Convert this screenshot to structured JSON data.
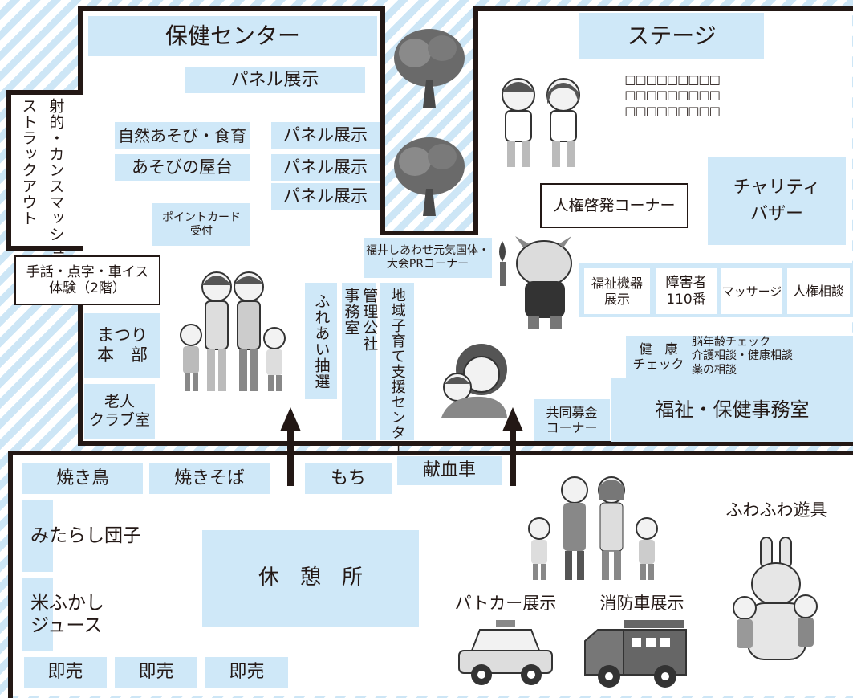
{
  "buildings": {
    "hoken_center": "保健センター",
    "stage": "ステージ",
    "panel_top": "パネル展示",
    "panel_1": "パネル展示",
    "panel_2": "パネル展示",
    "panel_3": "パネル展示",
    "shizen": "自然あそび・食育",
    "yatai": "あそびの屋台",
    "point_card": "ポイントカード\n受付",
    "shateki": "射的・カンスマッシュ",
    "strackout": "ストラックアウト",
    "shuwa": "手話・点字・車イス\n体験（2階）",
    "matsuri": "まつり\n本　部",
    "roujin": "老人\nクラブ室",
    "fureai": "ふれあい抽選",
    "kanri": "管理公社",
    "jimushitsu": "事務室",
    "chiiki": "地域子育て支援センター",
    "stage_seats": "□□□□□□□□□\n□□□□□□□□□\n□□□□□□□□□",
    "jinken_keihatsu": "人権啓発コーナー",
    "charity": "チャリティ\nバザー",
    "fukui_pr": "福井しあわせ元気国体・\n大会PRコーナー",
    "fukushi_kiki": "福祉機器\n展示",
    "shogaisha": "障害者\n110番",
    "massage": "マッサージ",
    "jinken_sodan": "人権相談",
    "kenko_check": "健　康\nチェック",
    "nou_nenrei": "脳年齢チェック\n介護相談・健康相談\n薬の相談",
    "fukushi_jimushitsu": "福祉・保健事務室",
    "kyodo_bokin": "共同募金\nコーナー"
  },
  "outdoor": {
    "yakitori": "焼き鳥",
    "yakisoba": "焼きそば",
    "mochi": "もち",
    "kenketsu": "献血車",
    "mitarashi": "みたらし団子",
    "komefukashi": "米ふかし\nジュース",
    "kyukei": "休　憩　所",
    "sokubai_1": "即売",
    "sokubai_2": "即売",
    "sokubai_3": "即売",
    "patocar": "パトカー展示",
    "shobosha": "消防車展示",
    "fuwafuwa": "ふわふわ遊具"
  },
  "colors": {
    "booth": "#cfe8f8",
    "wall": "#231815",
    "background_stripe": "#cde6f6"
  }
}
